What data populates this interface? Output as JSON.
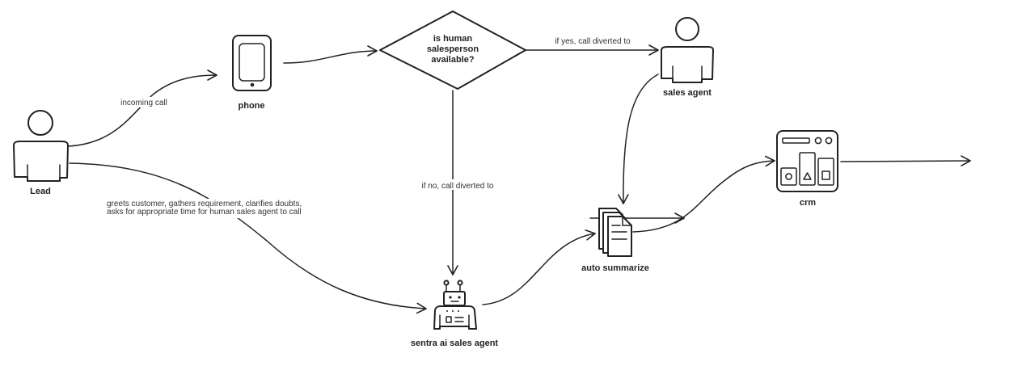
{
  "nodes": {
    "lead": "Lead",
    "phone": "phone",
    "decision": [
      "is human",
      "salesperson",
      "available?"
    ],
    "sales_agent": "sales agent",
    "ai_agent": "sentra ai sales agent",
    "summarize": "auto summarize",
    "crm": "crm"
  },
  "edges": {
    "incoming_call": "incoming call",
    "if_yes": "if yes, call diverted to",
    "if_no": "if no, call diverted to",
    "ai_tasks": [
      "greets customer, gathers requirement, clarifies doubts,",
      "asks for appropriate time for human sales agent to call"
    ]
  },
  "icons": {
    "lead": "person-icon",
    "phone": "phone-icon",
    "sales_agent": "person-icon",
    "ai_agent": "robot-icon",
    "summarize": "documents-icon",
    "crm": "dashboard-icon"
  },
  "colors": {
    "stroke": "#222222",
    "background": "#ffffff"
  }
}
